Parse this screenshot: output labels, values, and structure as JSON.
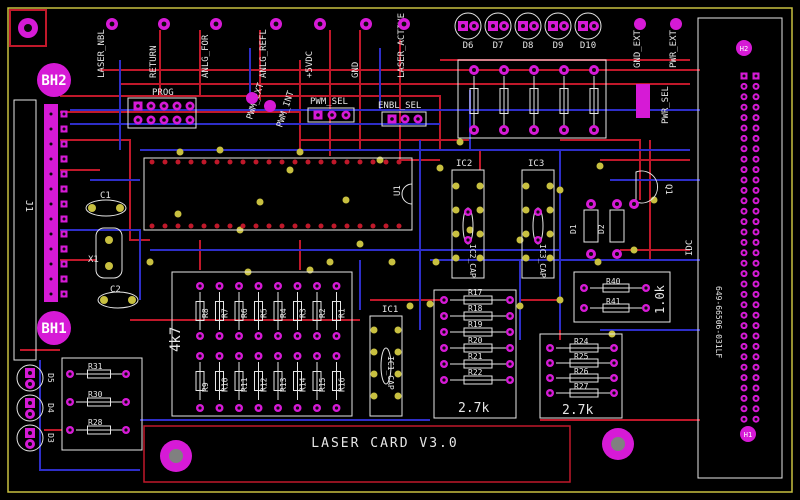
{
  "board": {
    "title": "LASER CARD V3.0",
    "colors": {
      "background": "#000000",
      "trace_red": "#c0182a",
      "trace_blue": "#2e2ec8",
      "silk_white": "#e6e6e6",
      "pad_magenta": "#d61ad6",
      "pad_hole": "#0a0a0a",
      "outline_yellow": "#c8c040"
    }
  },
  "mounting_holes": {
    "top": "BH2",
    "bottom": "BH1",
    "right_top": "H2",
    "right_bottom": "H1"
  },
  "top_labels": [
    "LASER_NBL",
    "RETURN",
    "ANLG_FOR",
    "ANLG_REFL",
    "+5VDC",
    "GND",
    "LASER_ACTIVE"
  ],
  "pwm_labels": [
    "PWM_EXT",
    "PWM_INT"
  ],
  "leds_top": [
    "D6",
    "D7",
    "D8",
    "D9",
    "D10"
  ],
  "right_labels": [
    "GND_EXT",
    "PWR_EXT",
    "PWR_SEL"
  ],
  "headers": {
    "prog": "PROG",
    "pwm_sel": "PWM_SEL",
    "enbl_sel": "ENBL_SEL"
  },
  "connectors": {
    "left": "J1",
    "right": "IDC",
    "right_part": "649-66506-031LF"
  },
  "chips": {
    "u1": "U1",
    "ic2": "IC2",
    "ic3": "IC3",
    "ic1": "IC1",
    "ic1_cap": "IC1_CAP",
    "ic2_cap": "IC2_CAP",
    "ic3_cap": "IC3_CAP",
    "q1": "Q1"
  },
  "caps": {
    "c1": "C1",
    "c2": "C2",
    "x1": "X1"
  },
  "diodes_mid": [
    "D1",
    "D2"
  ],
  "resistor_array_left": {
    "value": "4k7",
    "top_row": [
      "R8",
      "R7",
      "R6",
      "R5",
      "R4",
      "R3",
      "R2",
      "R1"
    ],
    "bottom_row": [
      "R9",
      "R10",
      "R11",
      "R12",
      "R13",
      "R14",
      "R15",
      "R16"
    ]
  },
  "resistor_array_mid": {
    "labels": [
      "R17",
      "R18",
      "R19",
      "R20",
      "R21",
      "R22"
    ],
    "value": "2.7k"
  },
  "resistor_array_right": {
    "labels": [
      "R24",
      "R25",
      "R26",
      "R27"
    ],
    "value": "2.7k"
  },
  "resistor_pair": {
    "labels": [
      "R40",
      "R41"
    ],
    "value": "1.0k"
  },
  "led_group_left": {
    "leds": [
      "D5",
      "D4",
      "D3"
    ],
    "resistors": [
      "R31",
      "R30",
      "R28"
    ]
  }
}
